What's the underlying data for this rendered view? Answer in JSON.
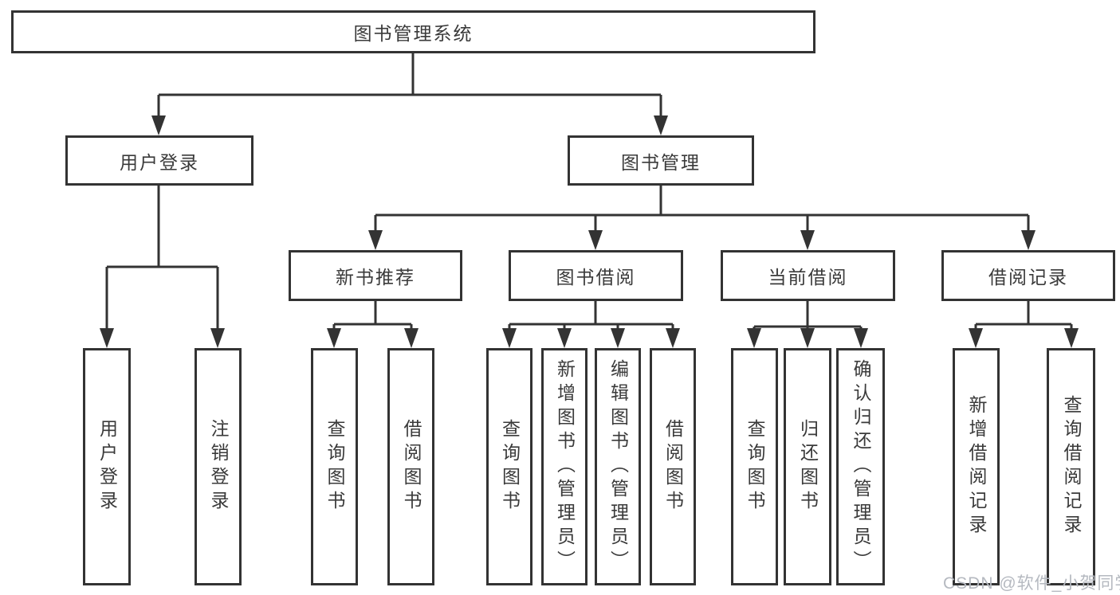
{
  "colors": {
    "line": "#333333",
    "text": "#3a3a3a",
    "watermark": "#b5b9c0",
    "background": "#ffffff"
  },
  "diagram": {
    "root": {
      "label": "图书管理系统"
    },
    "branches": [
      {
        "label": "用户登录",
        "children": [
          {
            "label": "用户登录"
          },
          {
            "label": "注销登录"
          }
        ]
      },
      {
        "label": "图书管理",
        "children": [
          {
            "label": "新书推荐",
            "children": [
              {
                "label": "查询图书"
              },
              {
                "label": "借阅图书"
              }
            ]
          },
          {
            "label": "图书借阅",
            "children": [
              {
                "label": "查询图书"
              },
              {
                "label": "新增图书（管理员）"
              },
              {
                "label": "编辑图书（管理员）"
              },
              {
                "label": "借阅图书"
              }
            ]
          },
          {
            "label": "当前借阅",
            "children": [
              {
                "label": "查询图书"
              },
              {
                "label": "归还图书"
              },
              {
                "label": "确认归还（管理员）"
              }
            ]
          },
          {
            "label": "借阅记录",
            "children": [
              {
                "label": "新增借阅记录"
              },
              {
                "label": "查询借阅记录"
              }
            ]
          }
        ]
      }
    ]
  },
  "watermark": {
    "text": "CSDN @软件_小贺同学"
  }
}
